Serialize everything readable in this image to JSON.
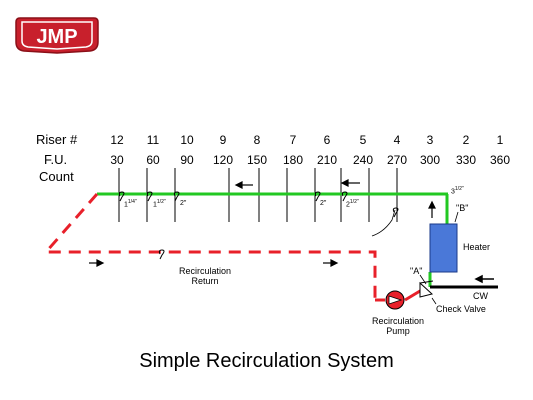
{
  "logo": {
    "text": "JMP"
  },
  "header": {
    "riser_label": "Riser #",
    "fu_label": "F.U.",
    "count_label": "Count"
  },
  "risers": [
    "12",
    "11",
    "10",
    "9",
    "8",
    "7",
    "6",
    "5",
    "4",
    "3",
    "2",
    "1"
  ],
  "fu_counts": [
    "30",
    "60",
    "90",
    "120",
    "150",
    "180",
    "210",
    "240",
    "270",
    "300",
    "330",
    "360"
  ],
  "pipe_sizes": {
    "s1": {
      "main": "1",
      "frac": "1/4\""
    },
    "s2": {
      "main": "1",
      "frac": "1/2\""
    },
    "s3": "2\"",
    "s4": "2\"",
    "s5": {
      "main": "2",
      "frac": "1/2\""
    },
    "s6": {
      "main": "3",
      "frac": "1/2\""
    }
  },
  "labels": {
    "b": "\"B\"",
    "heater": "Heater",
    "a": "\"A\"",
    "cw": "CW",
    "check_valve": "Check Valve",
    "recirc_return_1": "Recirculation",
    "recirc_return_2": "Return",
    "recirc_pump_1": "Recirculation",
    "recirc_pump_2": "Pump"
  },
  "caption": "Simple Recirculation System",
  "colors": {
    "supply": "#22c822",
    "return": "#e8202a",
    "heater": "#4a78d8",
    "logo": "#c8202c"
  }
}
